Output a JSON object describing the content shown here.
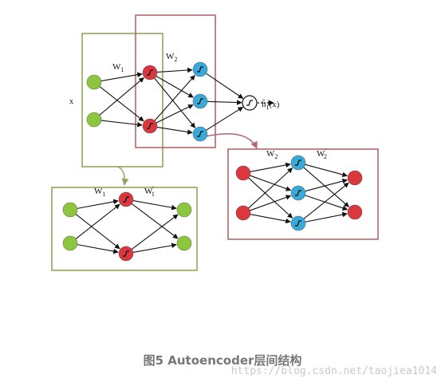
{
  "colors": {
    "green_box": "#8fa65b",
    "red_box": "#b5656b",
    "green_node": "#8cc63f",
    "red_node": "#d9393e",
    "blue_node": "#39a9d8",
    "edge": "#111111",
    "caption": "#777777",
    "watermark": "#c9c9c9"
  },
  "labels": {
    "input_x": "x",
    "w1": "W",
    "w1_sub": "1",
    "w2": "W",
    "w2_sub": "2",
    "output": "ĥ",
    "output_sub": "1",
    "output_arg": "(x)",
    "w1_prime": "W",
    "w1_prime_sub": "1",
    "w1_prime_sup": "'",
    "w2_prime": "W",
    "w2_prime_sub": "2",
    "w2_prime_sup": "'"
  },
  "caption": "图5 Autoencoder层间结构",
  "watermark": "https://blog.csdn.net/taojiea1014",
  "icons": {
    "hidden_node": "sigmoid-node-icon",
    "output_node": "sigmoid-output-node-icon"
  }
}
